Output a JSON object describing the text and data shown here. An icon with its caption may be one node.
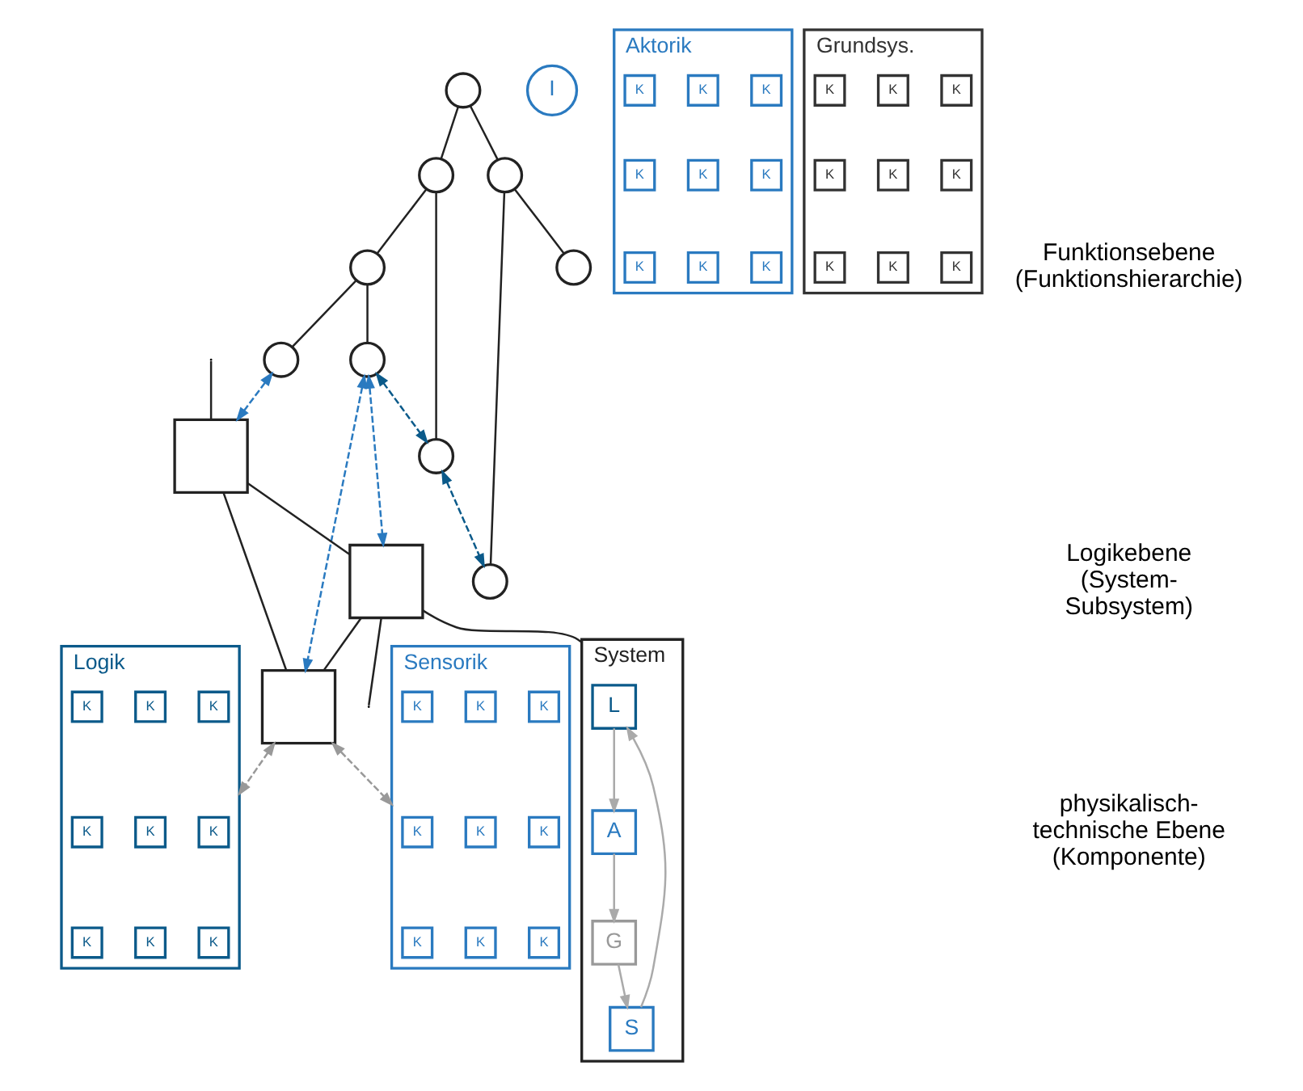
{
  "diagram": {
    "nodes": [
      {
        "text": [],
        "shape": "circle"
      },
      {
        "text": [],
        "shape": "circle"
      },
      {
        "text": [],
        "shape": "circle"
      },
      {
        "text": [],
        "shape": "circle"
      },
      {
        "text": [],
        "shape": "circle"
      },
      {
        "text": [],
        "shape": "circle"
      },
      {
        "text": [],
        "shape": "circle"
      },
      {
        "text": [],
        "shape": "circle"
      },
      {
        "text": [],
        "shape": "circle"
      },
      {
        "text": [
          "I"
        ]
      },
      {
        "text": [],
        "shape": "box"
      },
      {
        "text": [],
        "shape": "box"
      },
      {
        "text": [],
        "shape": "box"
      },
      {
        "text": [
          "System"
        ]
      },
      {
        "text": [
          "L"
        ],
        "in": 13
      },
      {
        "text": [
          "A"
        ],
        "in": 13
      },
      {
        "text": [
          "S"
        ],
        "in": 13
      },
      {
        "text": [
          "G"
        ],
        "in": 13
      },
      {
        "text": [
          "Logik"
        ]
      },
      {
        "text": [
          "K"
        ],
        "in": 18
      },
      {
        "text": [
          "K"
        ],
        "in": 18
      },
      {
        "text": [
          "K"
        ],
        "in": 18
      },
      {
        "text": [
          "K"
        ],
        "in": 18
      },
      {
        "text": [
          "K"
        ],
        "in": 18
      },
      {
        "text": [
          "K"
        ],
        "in": 18
      },
      {
        "text": [
          "K"
        ],
        "in": 18
      },
      {
        "text": [
          "K"
        ],
        "in": 18
      },
      {
        "text": [
          "K"
        ],
        "in": 18
      },
      {
        "text": [
          "Aktorik"
        ]
      },
      {
        "text": [
          "K"
        ],
        "in": 28
      },
      {
        "text": [
          "K"
        ],
        "in": 28
      },
      {
        "text": [
          "K"
        ],
        "in": 28
      },
      {
        "text": [
          "K"
        ],
        "in": 28
      },
      {
        "text": [
          "K"
        ],
        "in": 28
      },
      {
        "text": [
          "K"
        ],
        "in": 28
      },
      {
        "text": [
          "K"
        ],
        "in": 28
      },
      {
        "text": [
          "K"
        ],
        "in": 28
      },
      {
        "text": [
          "K"
        ],
        "in": 28
      },
      {
        "text": [
          "Grundsys."
        ]
      },
      {
        "text": [
          "K"
        ],
        "in": 38
      },
      {
        "text": [
          "K"
        ],
        "in": 38
      },
      {
        "text": [
          "K"
        ],
        "in": 38
      },
      {
        "text": [
          "K"
        ],
        "in": 38
      },
      {
        "text": [
          "K"
        ],
        "in": 38
      },
      {
        "text": [
          "K"
        ],
        "in": 38
      },
      {
        "text": [
          "K"
        ],
        "in": 38
      },
      {
        "text": [
          "K"
        ],
        "in": 38
      },
      {
        "text": [
          "K"
        ],
        "in": 38
      },
      {
        "text": [
          "Sensorik"
        ]
      },
      {
        "text": [
          "K"
        ],
        "in": 48
      },
      {
        "text": [
          "K"
        ],
        "in": 48
      },
      {
        "text": [
          "K"
        ],
        "in": 48
      },
      {
        "text": [
          "K"
        ],
        "in": 48
      },
      {
        "text": [
          "K"
        ],
        "in": 48
      },
      {
        "text": [
          "K"
        ],
        "in": 48
      },
      {
        "text": [
          "K"
        ],
        "in": 48
      },
      {
        "text": [
          "K"
        ],
        "in": 48
      },
      {
        "text": [
          "K"
        ],
        "in": 48
      }
    ],
    "edges": [
      {
        "from": 0,
        "to": 1,
        "arrow": "none"
      },
      {
        "from": 0,
        "to": 2,
        "arrow": "none"
      },
      {
        "from": 1,
        "to": 3,
        "arrow": "none"
      },
      {
        "from": 1,
        "to": 4,
        "arrow": "none"
      },
      {
        "from": 2,
        "to": 5,
        "arrow": "none"
      },
      {
        "from": 2,
        "to": 6,
        "arrow": "none"
      },
      {
        "from": 3,
        "to": 7,
        "arrow": "none"
      },
      {
        "from": 3,
        "to": 8,
        "arrow": "none"
      },
      {
        "from": 4,
        "to": 5,
        "arrow": "both",
        "style": "dashed",
        "color": "#0b5a8a"
      },
      {
        "from": 8,
        "to": 4,
        "arrow": "both",
        "style": "dashed",
        "color": "#0b5a8a"
      },
      {
        "from": 7,
        "to": 10,
        "arrow": "both",
        "style": "dashed",
        "color": "#2a7ac0"
      },
      {
        "from": 8,
        "to": 12,
        "arrow": "both",
        "style": "dashed",
        "color": "#2a7ac0"
      },
      {
        "from": 8,
        "to": 11,
        "arrow": "both",
        "style": "dashed",
        "color": "#2a7ac0"
      },
      {
        "from": null,
        "to": 10,
        "arrow": "none"
      },
      {
        "from": 10,
        "to": 11,
        "arrow": "none"
      },
      {
        "from": 11,
        "to": null,
        "arrow": "none"
      },
      {
        "from": 10,
        "to": 12,
        "arrow": "none"
      },
      {
        "from": 11,
        "to": 12,
        "arrow": "none"
      },
      {
        "from": 11,
        "to": 13,
        "arrow": "none"
      },
      {
        "from": 14,
        "to": 15,
        "arrow": "to",
        "color": "#aaaaaa"
      },
      {
        "from": 15,
        "to": 17,
        "arrow": "to",
        "color": "#aaaaaa"
      },
      {
        "from": 17,
        "to": 16,
        "arrow": "to",
        "color": "#aaaaaa"
      },
      {
        "from": 16,
        "to": 14,
        "arrow": "to",
        "color": "#aaaaaa"
      },
      {
        "from": 12,
        "to": 18,
        "arrow": "both",
        "style": "dashed",
        "color": "#999999"
      },
      {
        "from": 12,
        "to": 48,
        "arrow": "both",
        "style": "dashed",
        "color": "#999999"
      }
    ],
    "labels": [
      "Funktionsebene (Funktionshierarchie)",
      "Logikebene (System-Subsystem)",
      "physikalisch-technische Ebene (Komponente)"
    ]
  }
}
